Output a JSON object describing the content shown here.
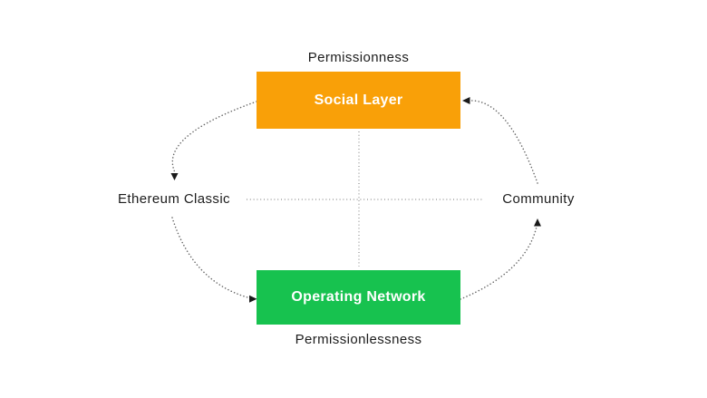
{
  "diagram": {
    "background": "#ffffff",
    "text_color": "#1c1c1c",
    "axis_labels": {
      "top": "Permissionness",
      "bottom": "Permissionlessness",
      "left": "Ethereum Classic",
      "right": "Community"
    },
    "nodes": {
      "social_layer": {
        "label": "Social Layer",
        "fill": "#F9A008",
        "text_color": "#ffffff"
      },
      "operating_network": {
        "label": "Operating Network",
        "fill": "#17C24F",
        "text_color": "#ffffff"
      }
    },
    "connectors": {
      "arc_color": "#666666",
      "grid_color": "#8f8f8f",
      "arrowhead_color": "#1a1a1a",
      "flow": [
        {
          "from": "Social Layer",
          "to": "Ethereum Classic"
        },
        {
          "from": "Ethereum Classic",
          "to": "Operating Network"
        },
        {
          "from": "Operating Network",
          "to": "Community"
        },
        {
          "from": "Community",
          "to": "Social Layer"
        }
      ]
    }
  }
}
